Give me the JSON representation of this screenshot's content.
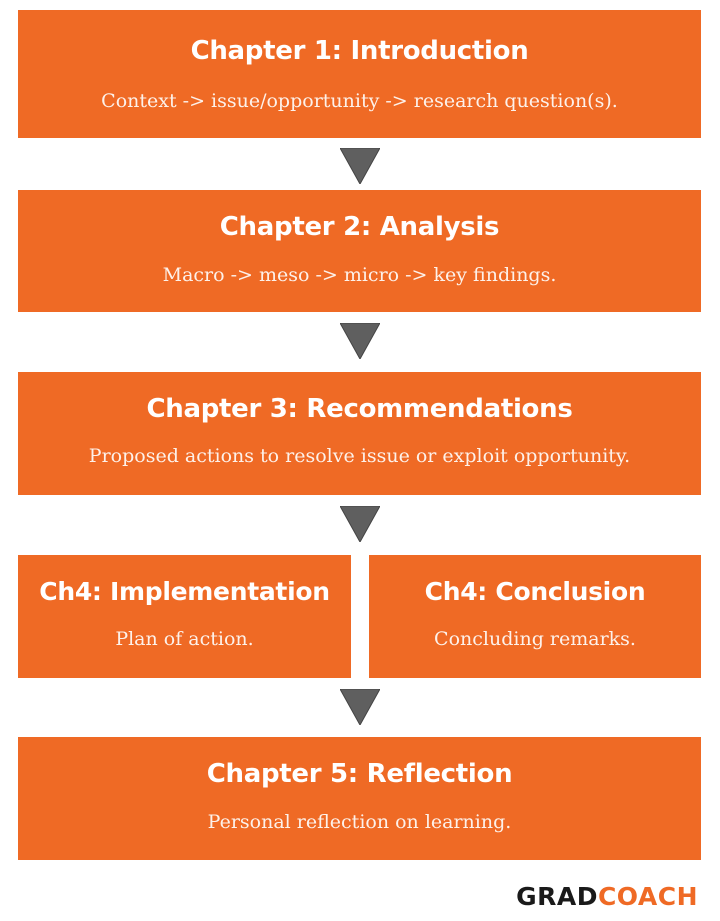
{
  "colors": {
    "box": "#ef6a25",
    "arrow": "#5f5f5f",
    "logo_dark": "#1a1a1a",
    "logo_accent": "#ef6a25"
  },
  "chapter1": {
    "title": "Chapter 1: Introduction",
    "desc": "Context -> issue/opportunity -> research question(s)."
  },
  "chapter2": {
    "title": "Chapter 2: Analysis",
    "desc": "Macro -> meso -> micro -> key findings."
  },
  "chapter3": {
    "title": "Chapter 3: Recommendations",
    "desc": "Proposed actions to resolve issue or exploit opportunity."
  },
  "chapter4a": {
    "title": "Ch4: Implementation",
    "desc": "Plan of action."
  },
  "chapter4b": {
    "title": "Ch4: Conclusion",
    "desc": "Concluding remarks."
  },
  "chapter5": {
    "title": "Chapter 5: Reflection",
    "desc": "Personal reflection on learning."
  },
  "logo": {
    "part1": "GRAD",
    "part2": "COACH"
  }
}
